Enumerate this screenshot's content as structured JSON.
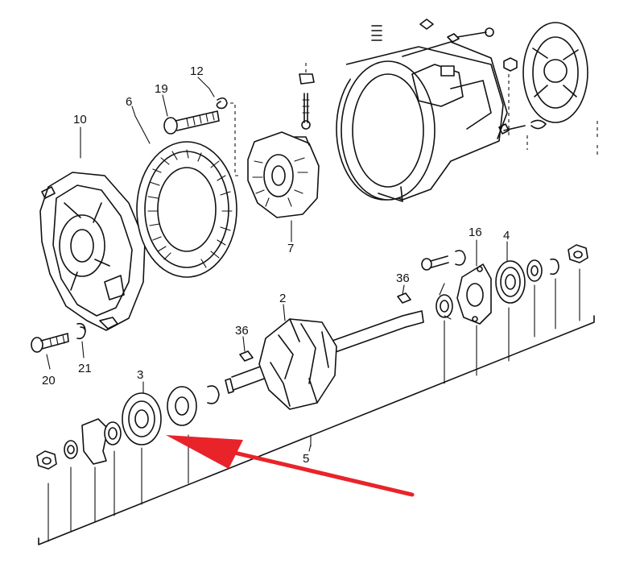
{
  "diagram": {
    "labels": {
      "l10": "10",
      "l6": "6",
      "l19": "19",
      "l12": "12",
      "l7": "7",
      "l16": "16",
      "l4": "4",
      "l36a": "36",
      "l36b": "36",
      "l2": "2",
      "l20": "20",
      "l21": "21",
      "l3": "3",
      "l5": "5"
    },
    "arrow_color": "#e8242a",
    "line_color": "#111111"
  }
}
